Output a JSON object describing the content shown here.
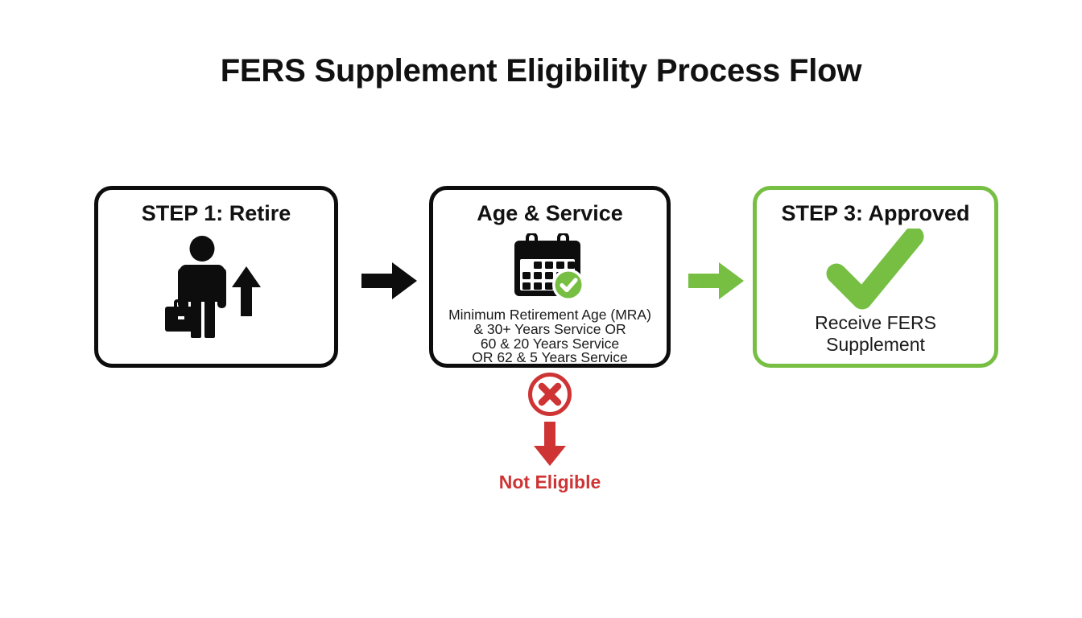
{
  "title": "FERS Supplement Eligibility Process Flow",
  "colors": {
    "green": "#76bf43",
    "red": "#cf3434",
    "black": "#0d0d0d",
    "background": "#ffffff"
  },
  "steps": [
    {
      "id": "step-1",
      "heading": "STEP 1: Retire",
      "icon": "retiree-person-briefcase-icon",
      "border_color": "#0d0d0d"
    },
    {
      "id": "step-2",
      "heading": "Age & Service",
      "icon": "calendar-check-icon",
      "border_color": "#0d0d0d",
      "criteria": [
        "Minimum Retirement Age (MRA)",
        "& 30+ Years Service OR",
        "60 & 20 Years Service",
        "OR 62 & 5 Years Service"
      ]
    },
    {
      "id": "step-3",
      "heading": "STEP 3: Approved",
      "icon": "green-checkmark-icon",
      "border_color": "#76bf43",
      "result": [
        "Receive FERS",
        "Supplement"
      ]
    }
  ],
  "connectors": [
    {
      "id": "arrow-step1-step2",
      "icon": "arrow-right-icon",
      "color": "#0d0d0d"
    },
    {
      "id": "arrow-step2-step3",
      "icon": "arrow-right-icon",
      "color": "#76bf43"
    }
  ],
  "reject_branch": {
    "icon": "circle-x-icon",
    "arrow_icon": "arrow-down-icon",
    "label": "Not Eligible",
    "color": "#cf3434"
  }
}
